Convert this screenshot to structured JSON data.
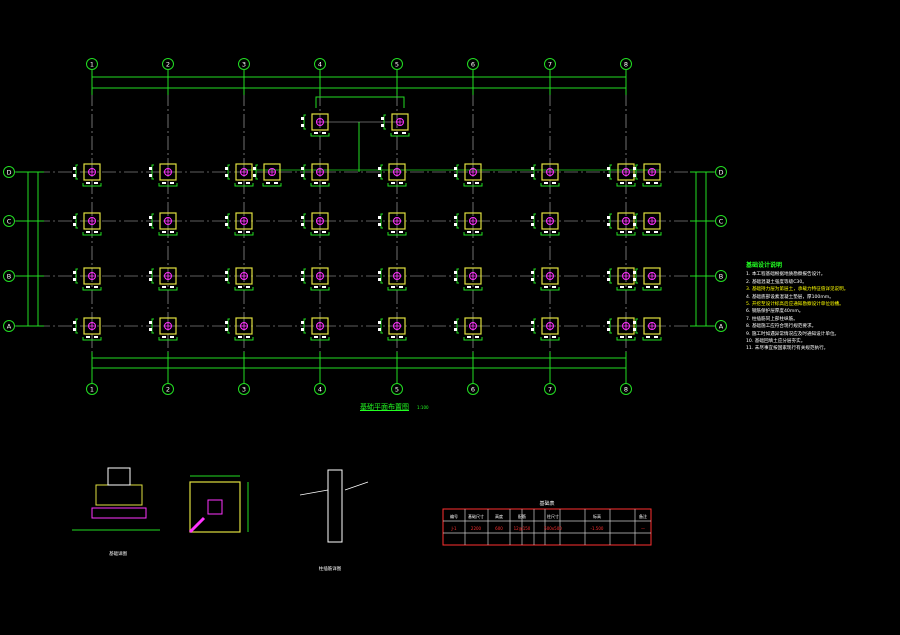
{
  "drawing": {
    "plan_title": "基础平面布置图",
    "plan_scale": "1:100",
    "col_axes": [
      "1",
      "2",
      "3",
      "4",
      "5",
      "6",
      "7",
      "8"
    ],
    "row_axes": [
      "D",
      "C",
      "B",
      "A"
    ],
    "colors": {
      "grid": "#22dd22",
      "footing": "#e0e040",
      "column": "#ff33ff",
      "axis": "#bbbbbb",
      "table": "#ff3030",
      "text": "#ffffff"
    }
  },
  "notes": {
    "heading": "基础设计说明",
    "items": [
      "1. 本工程基础根据地质勘察报告设计。",
      "2. 基础混凝土强度等级C30。",
      "3. 基础持力层为第层土，承载力特征值详见说明。",
      "4. 基础底部设素混凝土垫层，厚100mm。",
      "5. 开挖至设计标高后应通知勘察设计单位验槽。",
      "6. 钢筋保护层厚度40mm。",
      "7. 柱插筋同上部柱纵筋。",
      "8. 基础施工应符合现行规范要求。",
      "9. 施工时如遇异常情况应及时通知设计单位。",
      "10. 基础回填土应分层夯实。",
      "11. 未尽事宜按国家现行有关规范执行。"
    ]
  },
  "details": {
    "detail1_label": "基础详图",
    "detail3_label": "柱插筋详图"
  },
  "table": {
    "title": "基础表",
    "headers": [
      "编号",
      "基础尺寸",
      "高度",
      "配筋",
      "柱尺寸",
      "标高",
      "备注"
    ],
    "row": [
      "J-1",
      "2200",
      "600",
      "12@150",
      "500x500",
      "-1.500",
      "—"
    ]
  }
}
